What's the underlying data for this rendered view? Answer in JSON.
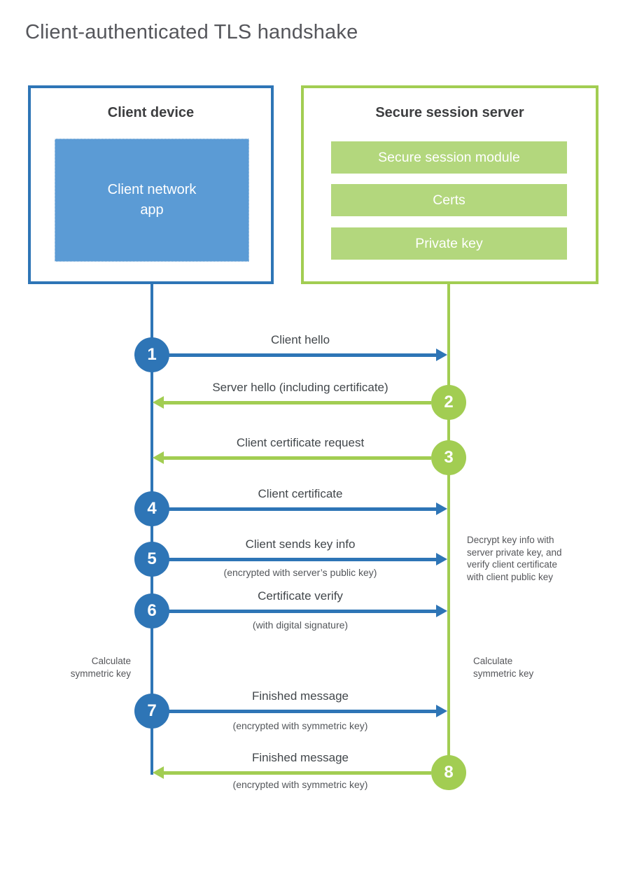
{
  "title": "Client-authenticated TLS handshake",
  "client_box": {
    "title": "Client device",
    "app_label": "Client network\napp"
  },
  "server_box": {
    "title": "Secure session server",
    "modules": [
      "Secure session module",
      "Certs",
      "Private key"
    ]
  },
  "steps": [
    {
      "num": "1",
      "label": "Client hello",
      "from": "client",
      "direction": "right"
    },
    {
      "num": "2",
      "label": "Server hello (including certificate)",
      "from": "server",
      "direction": "left"
    },
    {
      "num": "3",
      "label": "Client certificate request",
      "from": "server",
      "direction": "left"
    },
    {
      "num": "4",
      "label": "Client certificate",
      "from": "client",
      "direction": "right"
    },
    {
      "num": "5",
      "label": "Client sends key info",
      "sublabel": "(encrypted with server’s public key)",
      "from": "client",
      "direction": "right"
    },
    {
      "num": "6",
      "label": "Certificate verify",
      "sublabel": "(with digital signature)",
      "from": "client",
      "direction": "right"
    },
    {
      "num": "7",
      "label": "Finished message",
      "sublabel": "(encrypted with symmetric key)",
      "from": "client",
      "direction": "right"
    },
    {
      "num": "8",
      "label": "Finished message",
      "sublabel": "(encrypted with symmetric key)",
      "from": "server",
      "direction": "left"
    }
  ],
  "annotations": {
    "server_note": "Decrypt key info with\nserver private key, and\nverify client certificate\nwith client public key",
    "client_calc": "Calculate\nsymmetric key",
    "server_calc": "Calculate\nsymmetric key"
  },
  "colors": {
    "blue": "#2e75b6",
    "blue_fill": "#5b9bd5",
    "green": "#a2cd52",
    "green_fill": "#b3d77d",
    "heading_text": "#3d3e40",
    "label_text": "#42474b",
    "note_text": "#55565a"
  }
}
